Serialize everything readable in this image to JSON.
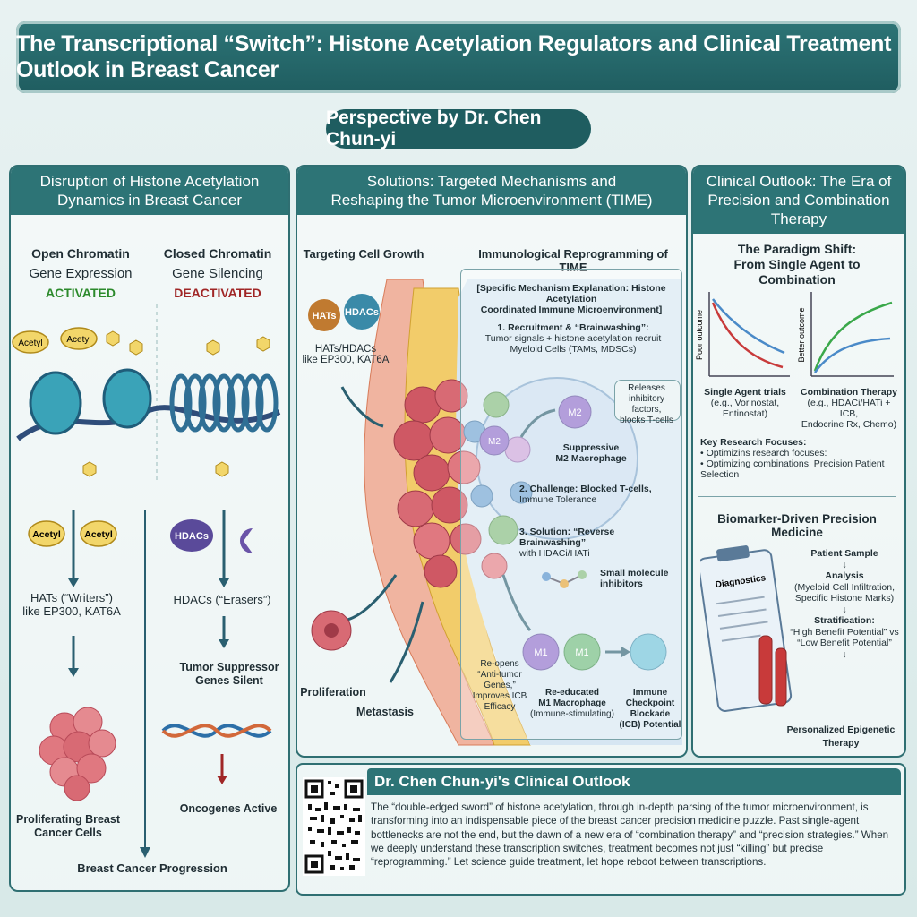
{
  "title": "The Transcriptional “Switch”: Histone Acetylation Regulators and Clinical Treatment Outlook in Breast Cancer",
  "subtitle": "Perspective by Dr. Chen Chun-yi",
  "left": {
    "heading_l1": "Disruption of Histone Acetylation",
    "heading_l2": "Dynamics in Breast Cancer",
    "open_title": "Open Chromatin",
    "open_sub": "Gene Expression",
    "open_state": "ACTIVATED",
    "closed_title": "Closed Chromatin",
    "closed_sub": "Gene Silencing",
    "closed_state": "DEACTIVATED",
    "acetyl": "Acetyl",
    "hdacs_badge": "HDACs",
    "hats_writers_l1": "HATs (“Writers”)",
    "hats_writers_l2": "like EP300, KAT6A",
    "hdacs_erasers": "HDACs (“Erasers”)",
    "tsg_l1": "Tumor Suppressor",
    "tsg_l2": "Genes Silent",
    "oncogenes": "Oncogenes Active",
    "prolif_l1": "Proliferating Breast",
    "prolif_l2": "Cancer Cells",
    "progression": "Breast Cancer Progression"
  },
  "middle": {
    "heading_l1": "Solutions: Targeted Mechanisms and",
    "heading_l2": "Reshaping the Tumor Microenvironment (TIME)",
    "growth_title": "Targeting Cell Growth",
    "immuno_title": "Immunological Reprogramming of TIME",
    "hats": "HATs",
    "hdacs": "HDACs",
    "hats_hdacs_l1": "HATs/HDACs",
    "hats_hdacs_l2": "like EP300, KAT6A",
    "proliferation": "Proliferation",
    "metastasis": "Metastasis",
    "mech_l1": "[Specific Mechanism Explanation: Histone Acetylation",
    "mech_l2": "Coordinated Immune Microenvironment]",
    "step1_title": "1. Recruitment & “Brainwashing”:",
    "step1_l1": "Tumor signals + histone acetylation recruit",
    "step1_l2": "Myeloid Cells (TAMs, MDSCs)",
    "m2": "M2",
    "releases_l1": "Releases",
    "releases_l2": "inhibitory factors,",
    "releases_l3": "blocks T-cells",
    "supp_l1": "Suppressive",
    "supp_l2": "M2 Macrophage",
    "step2_l1": "2. Challenge: Blocked T-cells,",
    "step2_l2": "Immune Tolerance",
    "step3_l1": "3. Solution: “Reverse Brainwashing”",
    "step3_l2": "with HDACi/HATi",
    "small_mol_l1": "Small molecule",
    "small_mol_l2": "inhibitors",
    "m1": "M1",
    "reopens_l1": "Re-opens",
    "reopens_l2": "“Anti-tumor Genes,”",
    "reopens_l3": "Improves ICB",
    "reopens_l4": "Efficacy",
    "reeducated_l1": "Re-educated",
    "reeducated_l2": "M1 Macrophage",
    "reeducated_l3": "(Immune-stimulating)",
    "icb_l1": "Immune",
    "icb_l2": "Checkpoint Blockade",
    "icb_l3": "(ICB) Potential"
  },
  "right": {
    "heading_l1": "Clinical Outlook: The Era of",
    "heading_l2": "Precision and Combination Therapy",
    "paradigm_l1": "The Paradigm Shift:",
    "paradigm_l2": "From Single Agent to Combination",
    "poor_outcome": "Poor outcome",
    "better_outcome": "Better outcome",
    "single_l1": "Single Agent trials",
    "single_l2": "(e.g., Vorinostat, Entinostat)",
    "combo_l1": "Combination Therapy",
    "combo_l2": "(e.g., HDACi/HATi + ICB,",
    "combo_l3": "Endocrine Rx, Chemo)",
    "focus_title": "Key Research Focuses:",
    "focus_1": "• Optimizins research focuses:",
    "focus_2": "• Optimizing combinations, Precision Patient Selection",
    "biomarker_title": "Biomarker-Driven Precision Medicine",
    "diagnostics": "Diagnostics",
    "patient_sample": "Patient Sample",
    "analysis": "Analysis",
    "analysis_l1": "(Myeloid Cell Infiltration,",
    "analysis_l2": "Specific Histone Marks)",
    "stratification": "Stratification:",
    "strat_l1": "“High Benefit Potential” vs",
    "strat_l2": "“Low Benefit Potential”",
    "personalized": "Personalized Epigenetic Therapy"
  },
  "outlook": {
    "heading": "Dr. Chen Chun-yi's Clinical Outlook",
    "text": "The “double-edged sword” of histone acetylation, through in-depth parsing of the tumor microenvironment, is transforming into an indispensable piece of the breast cancer precision medicine puzzle. Past single-agent bottlenecks are not the end, but the dawn of a new era of “combination therapy” and “precision strategies.” When we deeply understand these transcription switches, treatment becomes not just “killing” but precise “reprogramming.” Let science guide treatment, let hope reboot between transcriptions."
  },
  "colors": {
    "teal": "#2d7476",
    "teal_dark": "#1f5d60",
    "activated": "#2c8a2c",
    "deactivated": "#a02626"
  }
}
